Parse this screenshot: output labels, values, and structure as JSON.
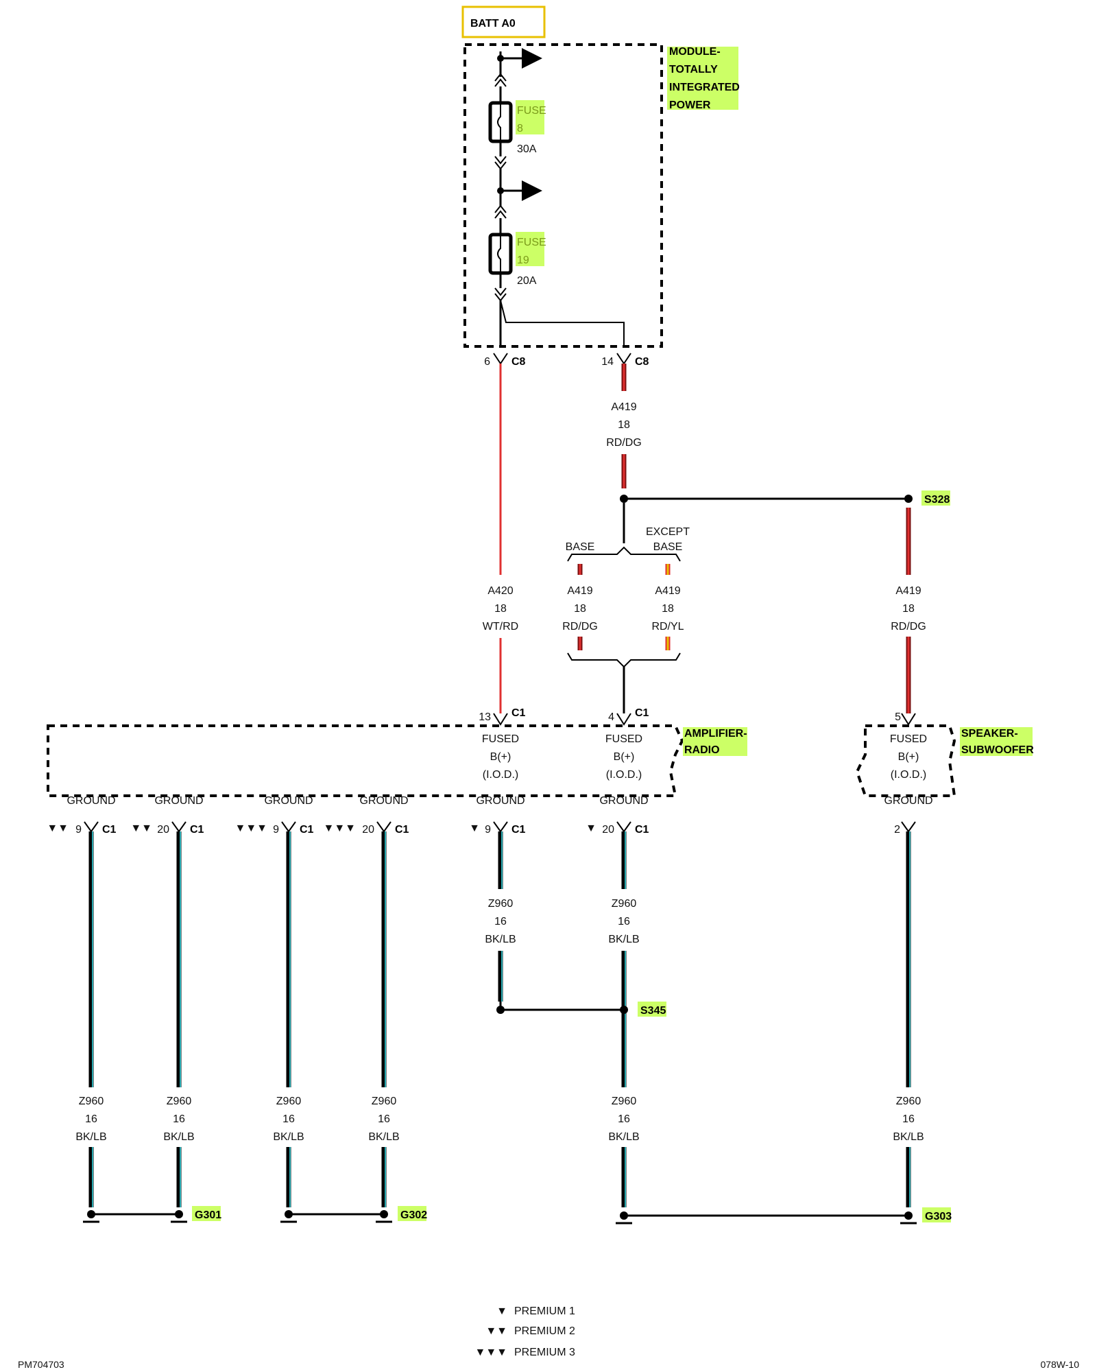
{
  "colors": {
    "highlight": "#ccff66",
    "title_border": "#e8c000",
    "wire_red": "#e03030",
    "wire_dark_red": "#7a1010",
    "wire_yellow": "#e8c000",
    "wire_teal": "#29a9b0",
    "ink": "#000000"
  },
  "title_box": "BATT A0",
  "module_tip": [
    "MODULE-",
    "TOTALLY",
    "INTEGRATED",
    "POWER"
  ],
  "fuses": [
    {
      "label": "FUSE",
      "number": "8",
      "rating": "30A"
    },
    {
      "label": "FUSE",
      "number": "19",
      "rating": "20A"
    }
  ],
  "connectors": {
    "c8_left_pin": "6",
    "c8_right_pin": "14",
    "c8_name": "C8",
    "c1_13_pin": "13",
    "c1_4_pin": "4",
    "c1_name": "C1",
    "speaker_pin": "5",
    "speaker_ground_pin": "2"
  },
  "wires": {
    "a419_top": {
      "circuit": "A419",
      "gauge": "18",
      "color": "RD/DG"
    },
    "a420": {
      "circuit": "A420",
      "gauge": "18",
      "color": "WT/RD"
    },
    "a419_base": {
      "circuit": "A419",
      "gauge": "18",
      "color": "RD/DG"
    },
    "a419_except": {
      "circuit": "A419",
      "gauge": "18",
      "color": "RD/YL"
    },
    "a419_s328": {
      "circuit": "A419",
      "gauge": "18",
      "color": "RD/DG"
    },
    "z960": {
      "circuit": "Z960",
      "gauge": "16",
      "color": "BK/LB"
    }
  },
  "options": {
    "base": "BASE",
    "except_line1": "EXCEPT",
    "except_line2": "BASE"
  },
  "splices": {
    "s328": "S328",
    "s345": "S345"
  },
  "amp_tip": [
    "AMPLIFIER-",
    "RADIO"
  ],
  "speaker_tip": [
    "SPEAKER-",
    "SUBWOOFER"
  ],
  "fused_lines": [
    "FUSED",
    "B(+)",
    "(I.O.D.)"
  ],
  "ground_label": "GROUND",
  "ground_pins": [
    {
      "marks": "▼▼",
      "pin": "9",
      "conn": "C1"
    },
    {
      "marks": "▼▼",
      "pin": "20",
      "conn": "C1"
    },
    {
      "marks": "▼▼▼",
      "pin": "9",
      "conn": "C1"
    },
    {
      "marks": "▼▼▼",
      "pin": "20",
      "conn": "C1"
    },
    {
      "marks": "▼",
      "pin": "9",
      "conn": "C1"
    },
    {
      "marks": "▼",
      "pin": "20",
      "conn": "C1"
    }
  ],
  "grounds": {
    "g301": "G301",
    "g302": "G302",
    "g303": "G303"
  },
  "legend": [
    {
      "marks": "▼",
      "label": "PREMIUM 1"
    },
    {
      "marks": "▼▼",
      "label": "PREMIUM 2"
    },
    {
      "marks": "▼▼▼",
      "label": "PREMIUM 3"
    }
  ],
  "footer": {
    "left": "PM704703",
    "right": "078W-10"
  }
}
